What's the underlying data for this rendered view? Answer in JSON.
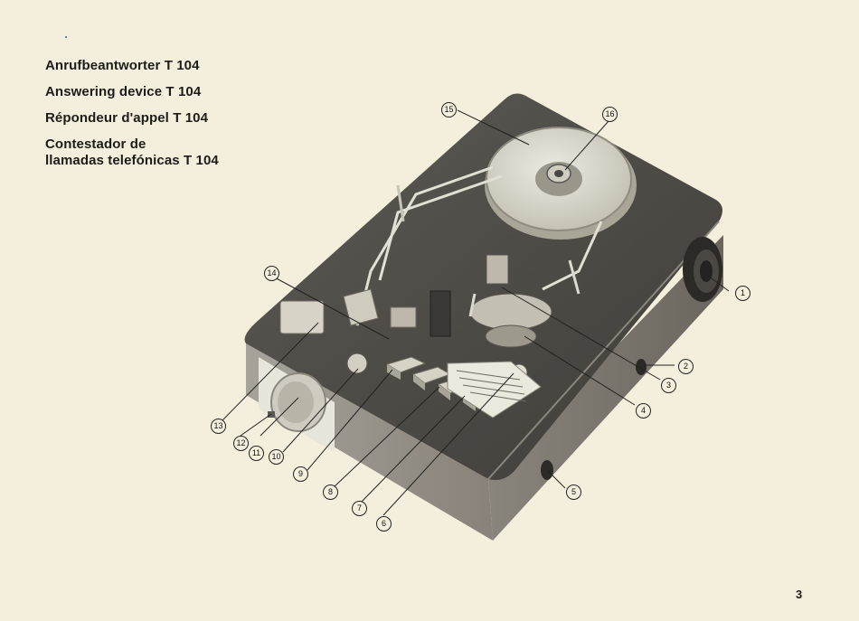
{
  "titles": {
    "de": "Anrufbeantworter T 104",
    "en": "Answering device T 104",
    "fr": "Répondeur d'appel T 104",
    "es_line1": "Contestador de",
    "es_line2": "llamadas telefónicas T 104"
  },
  "callouts": [
    "1",
    "2",
    "3",
    "4",
    "5",
    "6",
    "7",
    "8",
    "9",
    "10",
    "11",
    "12",
    "13",
    "14",
    "15",
    "16"
  ],
  "page_number": "3",
  "colors": {
    "paper": "#f3efdc",
    "device": "#4a4843",
    "ink": "#1e1c18",
    "reel": "#dcd9cc"
  }
}
